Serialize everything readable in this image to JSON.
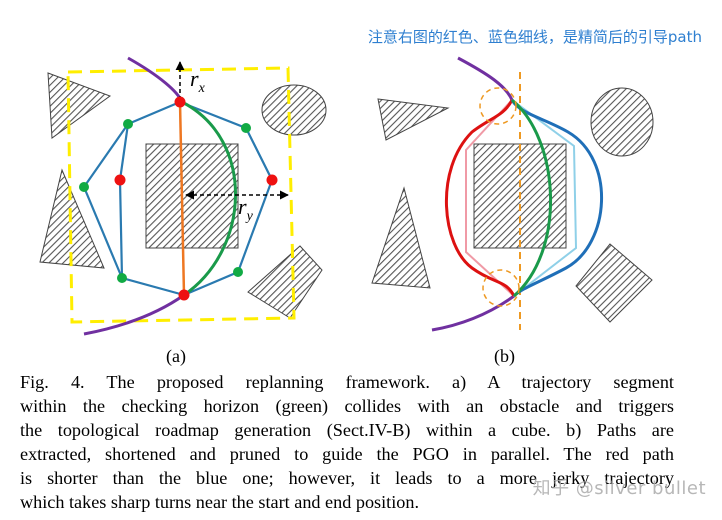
{
  "note": "注意右图的红色、蓝色细线，是精简后的引导path",
  "labels": {
    "rx": "r",
    "rx_sub": "x",
    "ry": "r",
    "ry_sub": "y"
  },
  "subfigure_a": "(a)",
  "subfigure_b": "(b)",
  "caption_lines": [
    "Fig. 4.      The proposed replanning framework. a) A trajectory segment",
    "within the checking horizon (green) collides with an obstacle and triggers",
    "the topological roadmap generation (Sect.IV-B) within a cube. b) Paths are",
    "extracted, shortened and pruned to guide the PGO in parallel. The red path",
    "is shorter than the blue one; however, it leads to a more jerky trajectory",
    "which takes sharp turns near the start and end position."
  ],
  "watermark": "知乎 @silver bullet",
  "colors": {
    "yellow_box": "#ffee00",
    "purple_traj": "#7030a0",
    "green_traj": "#1a9a4a",
    "blue_path": "#1f6fb8",
    "red_path": "#dd1111",
    "orange_line": "#ee7722",
    "graph_edge": "#2a7ab0",
    "node_red": "#ee1111",
    "node_green": "#11aa44",
    "obstacle": "#444444",
    "note_text": "#2e7fd0"
  }
}
